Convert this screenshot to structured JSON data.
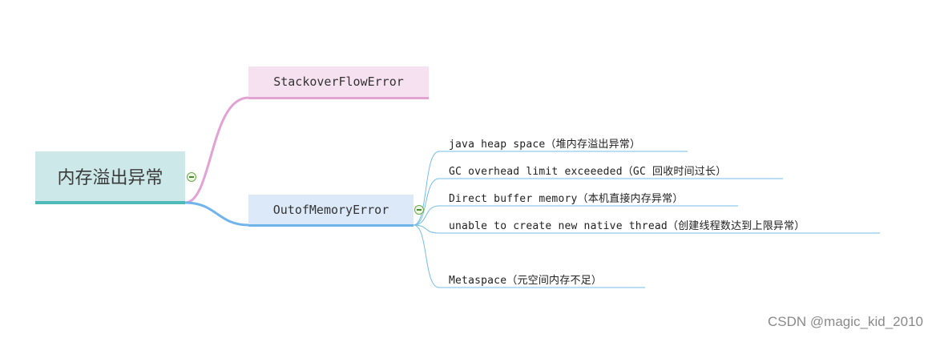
{
  "root": {
    "label": "内存溢出异常"
  },
  "branches": {
    "stackoverflow": {
      "label": "StackoverFlowError"
    },
    "oom": {
      "label": "OutofMemoryError",
      "children": [
        {
          "label": "java heap space（堆内存溢出异常）"
        },
        {
          "label": "GC overhead limit exceeeded（GC 回收时间过长）"
        },
        {
          "label": "Direct buffer memory（本机直接内存异常）"
        },
        {
          "label": "unable to create new native thread（创建线程数达到上限异常）"
        },
        {
          "label": "Metaspace（元空间内存不足）"
        }
      ]
    }
  },
  "colors": {
    "root_fill": "#cde8e8",
    "root_line": "#4fb8b8",
    "so_fill": "#f6e1f1",
    "so_line": "#e3a2d4",
    "oom_fill": "#dce9f8",
    "oom_line": "#6fb4ea",
    "leaf_line": "#74bde8"
  },
  "watermark": "CSDN @magic_kid_2010"
}
